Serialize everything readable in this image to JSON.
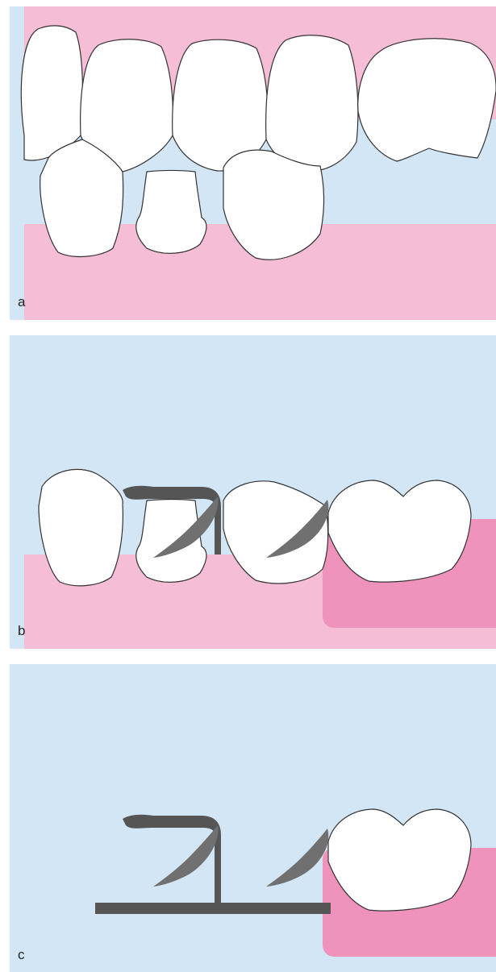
{
  "figure": {
    "panels": [
      {
        "id": "a",
        "label": "a"
      },
      {
        "id": "b",
        "label": "b"
      },
      {
        "id": "c",
        "label": "c"
      }
    ]
  },
  "colors": {
    "background_blue": "#d3e6f5",
    "gingiva_light": "#f5bdd6",
    "gingiva_dark": "#ef93bd",
    "tooth_fill": "#ffffff",
    "tooth_outline": "#333333",
    "clasp_dark": "#555555",
    "clasp_tip": "#707070"
  }
}
